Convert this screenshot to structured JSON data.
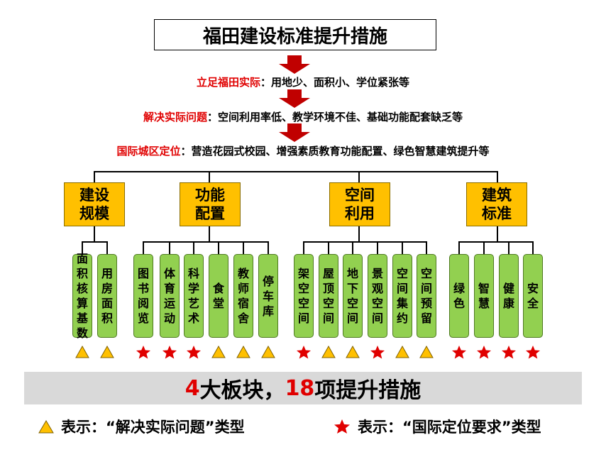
{
  "title": "福田建设标准提升措施",
  "rows": [
    {
      "label": "立足福田实际",
      "text": "：用地少、面积小、学位紧张等"
    },
    {
      "label": "解决实际问题",
      "text": "：空间利用率低、教学环境不佳、基础功能配套缺乏等"
    },
    {
      "label": "国际城区定位",
      "text": "：营造花园式校园、增强素质教育功能配置、绿色智慧建筑提升等"
    }
  ],
  "categories": [
    {
      "line1": "建设",
      "line2": "规模"
    },
    {
      "line1": "功能",
      "line2": "配置"
    },
    {
      "line1": "空间",
      "line2": "利用"
    },
    {
      "line1": "建筑",
      "line2": "标准"
    }
  ],
  "items": [
    {
      "label": "面积核算基数",
      "mark": "triangle"
    },
    {
      "label": "用房面积",
      "mark": "triangle"
    },
    {
      "label": "图书阅览",
      "mark": "star"
    },
    {
      "label": "体育运动",
      "mark": "star"
    },
    {
      "label": "科学艺术",
      "mark": "star"
    },
    {
      "label": "食堂",
      "mark": "triangle"
    },
    {
      "label": "教师宿舍",
      "mark": "triangle"
    },
    {
      "label": "停车库",
      "mark": "triangle"
    },
    {
      "label": "架空空间",
      "mark": "star"
    },
    {
      "label": "屋顶空间",
      "mark": "triangle"
    },
    {
      "label": "地下空间",
      "mark": "triangle"
    },
    {
      "label": "景观空间",
      "mark": "star"
    },
    {
      "label": "空间集约",
      "mark": "triangle"
    },
    {
      "label": "空间预留",
      "mark": "triangle"
    },
    {
      "label": "绿色",
      "mark": "star"
    },
    {
      "label": "智慧",
      "mark": "star"
    },
    {
      "label": "健康",
      "mark": "star"
    },
    {
      "label": "安全",
      "mark": "star"
    }
  ],
  "summary": {
    "n1": "4",
    "t1": "大板块，",
    "n2": "18",
    "t2": "项提升措施"
  },
  "legend": {
    "triangle_text": "表示：“解决实际问题”类型",
    "star_text": "表示：“国际定位要求”类型"
  },
  "colors": {
    "red": "#e00000",
    "category": "#ffc000",
    "item": "#92d050",
    "triangle": "#ffc000",
    "star": "#e00000"
  }
}
